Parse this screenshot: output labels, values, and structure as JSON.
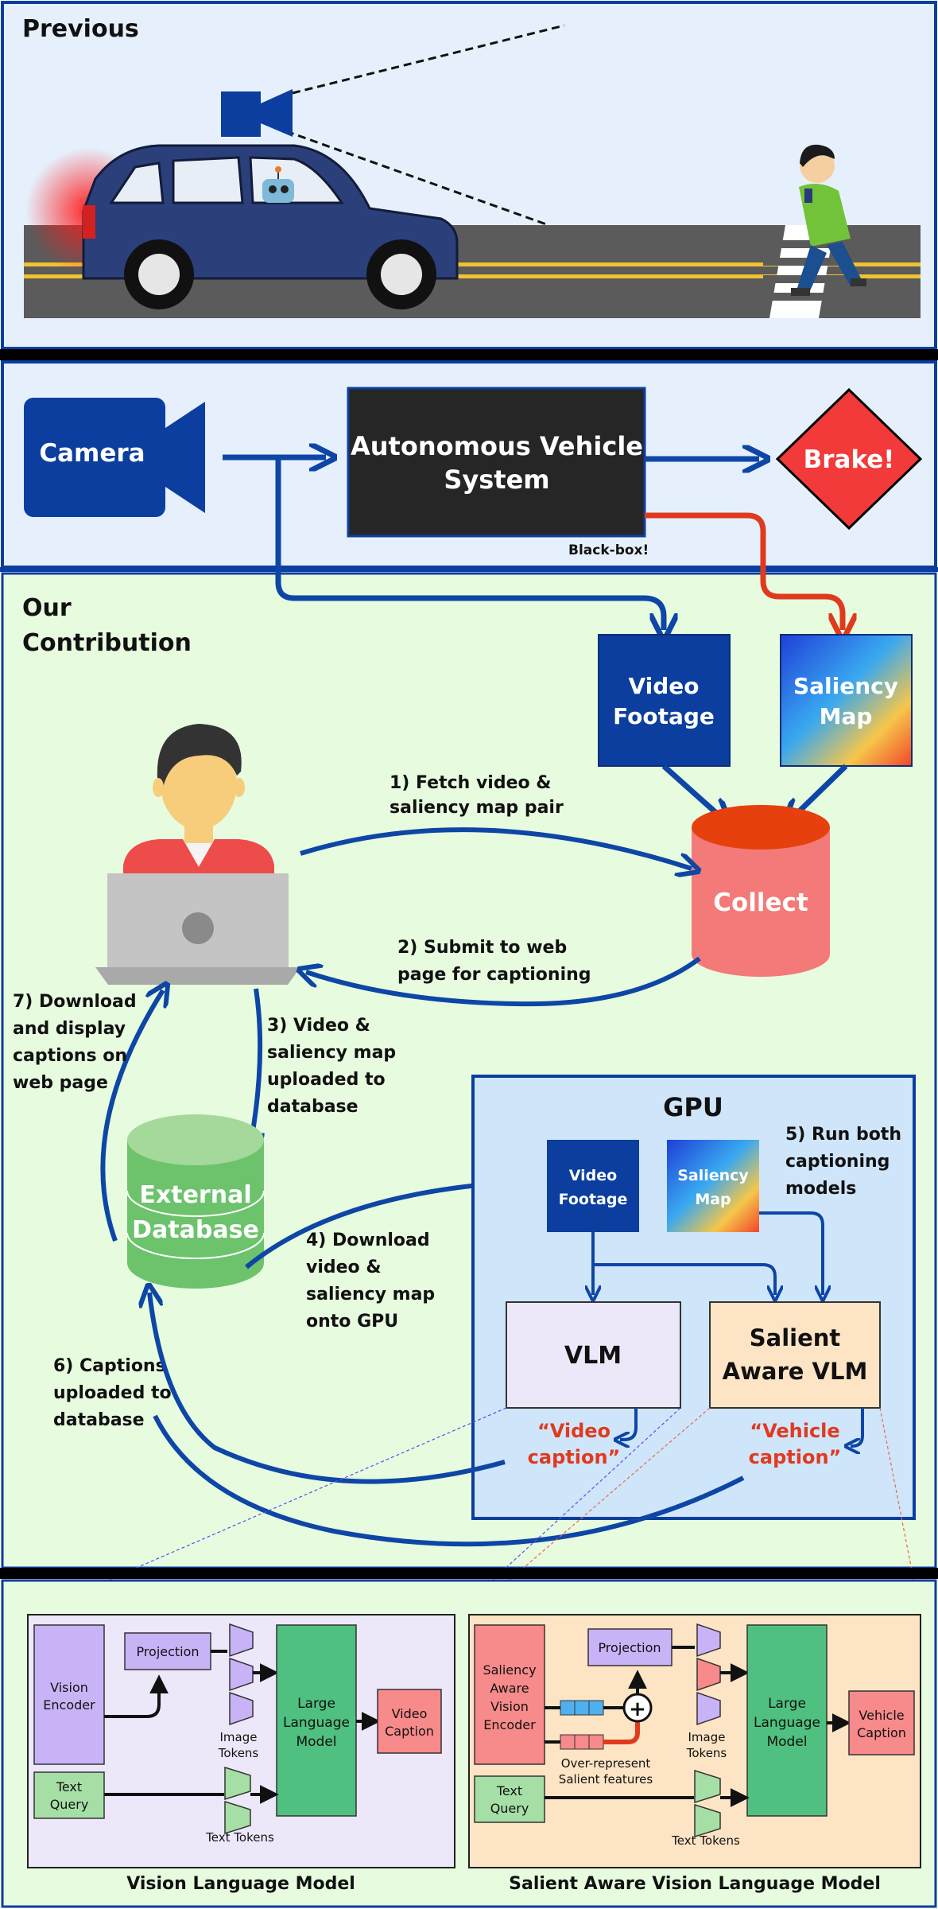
{
  "sections": {
    "previous": "Previous",
    "contribution_l1": "Our",
    "contribution_l2": "Contribution"
  },
  "pipeline": {
    "camera": "Camera",
    "av_l1": "Autonomous Vehicle",
    "av_l2": "System",
    "blackbox": "Black-box!",
    "brake": "Brake!"
  },
  "inputs": {
    "video_l1": "Video",
    "video_l2": "Footage",
    "saliency_l1": "Saliency",
    "saliency_l2": "Map"
  },
  "collect": "Collect",
  "steps": {
    "s1_l1": "1) Fetch video &",
    "s1_l2": "saliency map pair",
    "s2_l1": "2) Submit to web",
    "s2_l2": "page for captioning",
    "s3_l1": "3) Video &",
    "s3_l2": "saliency map",
    "s3_l3": "uploaded to",
    "s3_l4": "database",
    "s4_l1": "4) Download",
    "s4_l2": "video &",
    "s4_l3": "saliency map",
    "s4_l4": "onto GPU",
    "s5_l1": "5) Run both",
    "s5_l2": "captioning",
    "s5_l3": "models",
    "s6_l1": "6) Captions",
    "s6_l2": "uploaded to",
    "s6_l3": "database",
    "s7_l1": "7) Download",
    "s7_l2": "and display",
    "s7_l3": "captions on",
    "s7_l4": "web page"
  },
  "database": {
    "l1": "External",
    "l2": "Database"
  },
  "gpu": {
    "title": "GPU",
    "video_l1": "Video",
    "video_l2": "Footage",
    "saliency_l1": "Saliency",
    "saliency_l2": "Map",
    "vlm": "VLM",
    "svlm_l1": "Salient",
    "svlm_l2": "Aware VLM",
    "vcap_l1": "“Video",
    "vcap_l2": "caption”",
    "vehcap_l1": "“Vehicle",
    "vehcap_l2": "caption”"
  },
  "vlm_detail": {
    "encoder_l1": "Vision",
    "encoder_l2": "Encoder",
    "projection": "Projection",
    "image_tokens_l1": "Image",
    "image_tokens_l2": "Tokens",
    "llm_l1": "Large",
    "llm_l2": "Language",
    "llm_l3": "Model",
    "caption_l1": "Video",
    "caption_l2": "Caption",
    "query_l1": "Text",
    "query_l2": "Query",
    "text_tokens": "Text Tokens",
    "title": "Vision Language Model"
  },
  "svlm_detail": {
    "encoder_l1": "Saliency",
    "encoder_l2": "Aware",
    "encoder_l3": "Vision",
    "encoder_l4": "Encoder",
    "projection": "Projection",
    "plus": "+",
    "image_tokens_l1": "Image",
    "image_tokens_l2": "Tokens",
    "over_l1": "Over-represent",
    "over_l2": "Salient features",
    "llm_l1": "Large",
    "llm_l2": "Language",
    "llm_l3": "Model",
    "caption_l1": "Vehicle",
    "caption_l2": "Caption",
    "query_l1": "Text",
    "query_l2": "Query",
    "text_tokens": "Text Tokens",
    "title": "Salient Aware Vision Language Model"
  },
  "colors": {
    "dark_blue": "#0b3e9e",
    "arrow_blue": "#0e46a6",
    "red_arrow": "#e03a1e",
    "green_bg": "#e7fbdf",
    "blue_bg": "#e6f0fd",
    "gpu_bg": "#cfe5fa",
    "brake_red": "#f23a3a",
    "collect_red": "#f37a78",
    "db_green": "#6cc36c",
    "llm_green": "#4fc07f"
  }
}
